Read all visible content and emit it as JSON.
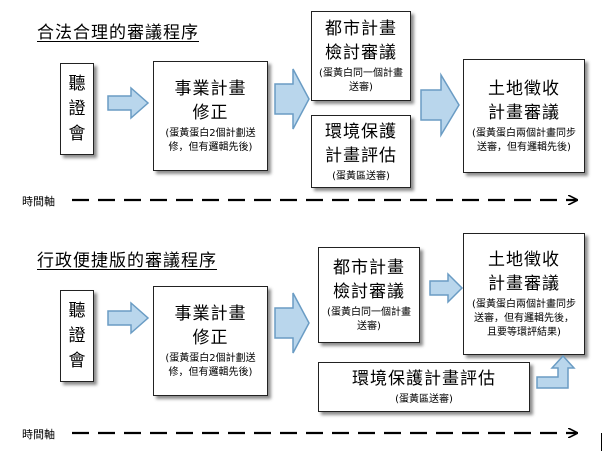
{
  "section1": {
    "title": "合法合理的審議程序",
    "hearing": "聽證會",
    "amendment": {
      "title_line1": "事業計畫",
      "title_line2": "修正",
      "note": "(蛋黃蛋白2個計劃送修，但有邏輯先後)"
    },
    "urban": {
      "title_line1": "都市計畫",
      "title_line2": "檢討審議",
      "note": "(蛋黃白同一個計畫送審)"
    },
    "env": {
      "title_line1": "環境保護",
      "title_line2": "計畫評估",
      "note": "(蛋黃區送審)"
    },
    "land": {
      "title_line1": "土地徵收",
      "title_line2": "計畫審議",
      "note": "(蛋黃蛋白兩個計畫同步送審，但有邏輯先後)"
    },
    "timeline_label": "時間軸"
  },
  "section2": {
    "title": "行政便捷版的審議程序",
    "hearing": "聽證會",
    "amendment": {
      "title_line1": "事業計畫",
      "title_line2": "修正",
      "note": "(蛋黃蛋白2個計劃送修，但有邏輯先後)"
    },
    "urban": {
      "title_line1": "都市計畫",
      "title_line2": "檢討審議",
      "note": "(蛋黃白同一個計畫送審)"
    },
    "env": {
      "title_line1": "環境保護計畫評估",
      "note": "(蛋黃區送審)"
    },
    "land": {
      "title_line1": "土地徵收",
      "title_line2": "計畫審議",
      "note": "(蛋黃蛋白兩個計畫同步送審，但有邏輯先後，且要等環評結果)"
    },
    "timeline_label": "時間軸"
  },
  "colors": {
    "arrow_fill": "#b9d6ec",
    "arrow_stroke": "#6a9cc4"
  }
}
